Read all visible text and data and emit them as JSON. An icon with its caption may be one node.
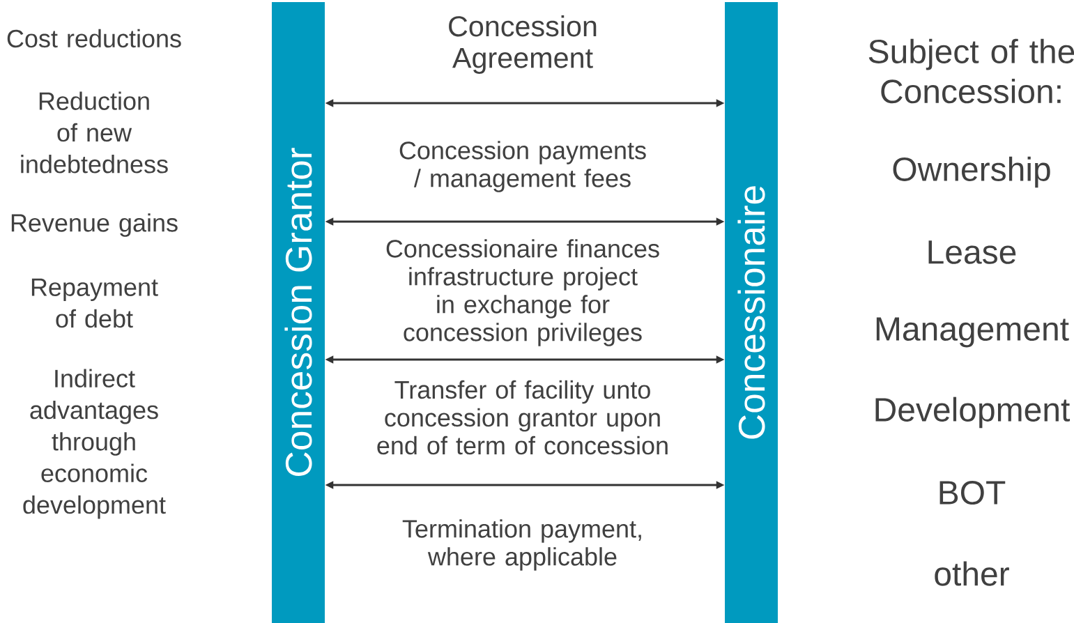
{
  "diagram": {
    "nodes": [
      {
        "text": [
          "Concession Grantor"
        ]
      },
      {
        "text": [
          "Concessionaire"
        ]
      }
    ],
    "edges": [
      {
        "from": 0,
        "to": 1,
        "arrow": "both"
      },
      {
        "from": 0,
        "to": 1,
        "arrow": "both"
      },
      {
        "from": 0,
        "to": 1,
        "arrow": "both"
      },
      {
        "from": 0,
        "to": 1,
        "arrow": "both"
      }
    ],
    "labels": [
      "Cost reductions",
      "Reduction of new indebtedness",
      "Revenue gains",
      "Repayment of debt",
      "Indirect advantages through economic development",
      "Concession Agreement",
      "Concession payments / management fees",
      "Concessionaire finances infrastructure project in exchange for concession privileges",
      "Transfer of facility unto concession grantor upon end of term of concession",
      "Termination payment, where applicable",
      "Subject of the Concession:",
      "Ownership",
      "Lease",
      "Management",
      "Development",
      "BOT",
      "other"
    ]
  }
}
